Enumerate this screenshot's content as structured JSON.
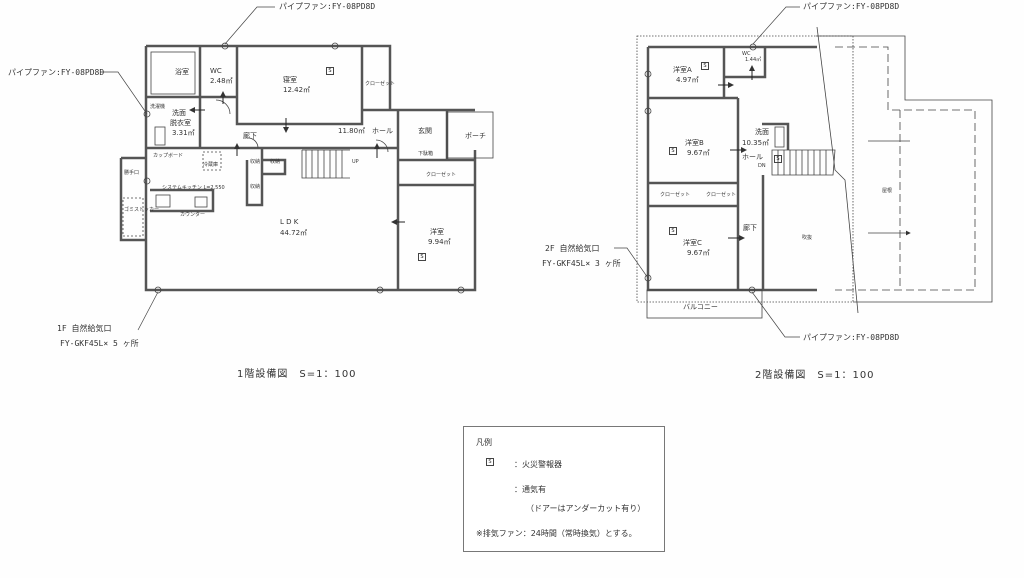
{
  "floor1": {
    "title": "1階設備図　S=1：100",
    "pipe_fan_top": "パイプファン:FY-08PD8D",
    "pipe_fan_left": "パイプファン:FY-08PD8D",
    "inlet_label_1": "1F 自然給気口",
    "inlet_label_2": "FY-GKF45L× 5 ヶ所",
    "rooms": {
      "bath": "浴室",
      "wc": "WC",
      "wc_area": "2.48㎡",
      "bedroom": "寝室",
      "bedroom_area": "12.42㎡",
      "closet1": "クローゼット",
      "washer": "洗濯機",
      "washroom": "洗面",
      "dressing": "脱衣室",
      "washroom_area": "3.31㎡",
      "corridor": "廊下",
      "hall_area": "11.80㎡",
      "hall": "ホール",
      "entrance": "玄関",
      "porch": "ポーチ",
      "shoe_box": "下駄箱",
      "cupboard": "カップボード",
      "fridge": "冷蔵庫",
      "storage1": "収納",
      "storage2": "収納",
      "storage3": "収納",
      "up": "UP",
      "back_door": "勝手口",
      "kitchen": "システムキッチン L=2,550",
      "stocker": "ゴミストッカー",
      "counter": "カウンター",
      "ldk": "L D K",
      "ldk_area": "44.72㎡",
      "closet2": "クローゼット",
      "western": "洋室",
      "western_area": "9.94㎡"
    }
  },
  "floor2": {
    "title": "2階設備図　S=1：100",
    "pipe_fan_top": "パイプファン:FY-08PD8D",
    "pipe_fan_bottom": "パイプファン:FY-08PD8D",
    "inlet_label_1": "2F 自然給気口",
    "inlet_label_2": "FY-GKF45L× 3 ヶ所",
    "rooms": {
      "room_a": "洋室A",
      "room_a_area": "4.97㎡",
      "wc": "WC",
      "wc_area": "1.44㎡",
      "room_b": "洋室B",
      "room_b_area": "9.67㎡",
      "washroom": "洗面",
      "hall_area": "10.35㎡",
      "hall": "ホール",
      "down": "DN",
      "closet1": "クローゼット",
      "closet2": "クローゼット",
      "corridor": "廊下",
      "room_c": "洋室C",
      "room_c_area": "9.67㎡",
      "void": "吹抜",
      "roof": "屋根",
      "balcony": "バルコニー"
    }
  },
  "smoke_symbol": "S",
  "legend": {
    "title": "凡例",
    "alarm": "：火災警報器",
    "vent": "：通気有",
    "vent_note": "（ドアーはアンダーカット有り）",
    "fan_note": "※排気ファン：24時間（常時換気）とする。"
  }
}
